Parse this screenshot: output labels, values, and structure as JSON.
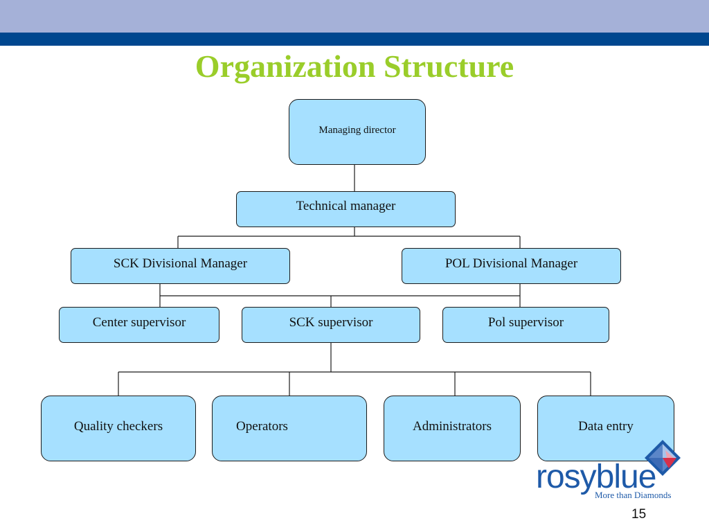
{
  "slide": {
    "title": "Organization Structure",
    "page_number": "15"
  },
  "colors": {
    "header_light": "#a5b1d8",
    "header_dark": "#00478f",
    "title": "#9acd2a",
    "node_fill": "#a6e0ff",
    "node_border": "#1a1a1a",
    "logo_blue": "#1e5aa8",
    "logo_red": "#d6304a"
  },
  "org_chart": {
    "managing_director": "Managing director",
    "technical_manager": "Technical manager",
    "sck_divisional_manager": "SCK Divisional Manager",
    "pol_divisional_manager": "POL Divisional Manager",
    "center_supervisor": "Center supervisor",
    "sck_supervisor": "SCK supervisor",
    "pol_supervisor": "Pol supervisor",
    "quality_checkers": "Quality checkers",
    "operators": "Operators",
    "administrators": "Administrators",
    "data_entry": "Data entry"
  },
  "logo": {
    "wordmark": "rosyblue",
    "tagline": "More than Diamonds",
    "icon": "diamond-icon"
  }
}
